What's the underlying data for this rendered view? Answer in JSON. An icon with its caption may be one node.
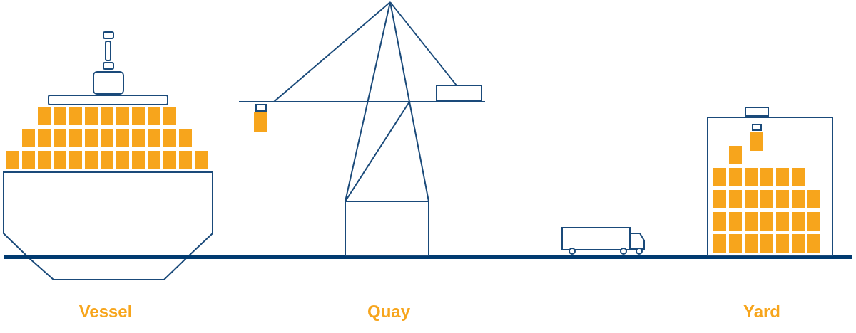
{
  "diagram": {
    "labels": [
      "Vessel",
      "Quay",
      "Yard"
    ]
  }
}
